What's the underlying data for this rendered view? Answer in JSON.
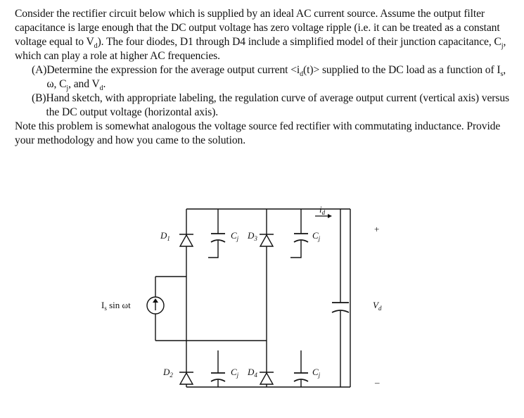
{
  "problem": {
    "intro_parts": [
      "Consider the rectifier circuit below which is supplied by an ideal AC current source.  Assume the output filter capacitance is large enough that the DC output voltage has zero voltage ripple (i.e. it can be treated as a constant voltage equal to V",
      "d",
      ").  The four diodes, D1 through D4 include a simplified model of their junction capacitance, C",
      "j",
      ", which can play a role at higher AC frequencies."
    ],
    "part_a_label": "(A)",
    "part_a_parts": [
      "Determine the expression for the average output current <i",
      "d",
      "(t)> supplied to the DC load as a function of I",
      "s",
      ", ω, C",
      "j",
      ", and V",
      "d",
      "."
    ],
    "part_b_label": "(B)",
    "part_b_text": "Hand sketch, with appropriate labeling, the regulation curve of average output current (vertical axis) versus the DC output voltage (horizontal axis).",
    "note_text": "Note this problem is somewhat analogous the voltage source fed rectifier with commutating inductance.  Provide your methodology and how you came to the solution."
  },
  "circuit": {
    "diode_labels": [
      "D",
      "1",
      "D",
      "3",
      "D",
      "2",
      "D",
      "4"
    ],
    "cap_labels": [
      "C",
      "j"
    ],
    "source_label": [
      "I",
      "s",
      " sin ωt"
    ],
    "current_label": [
      "i",
      "d"
    ],
    "voltage_label": [
      "V",
      "d"
    ],
    "plus_sign": "+",
    "minus_sign": "–"
  }
}
